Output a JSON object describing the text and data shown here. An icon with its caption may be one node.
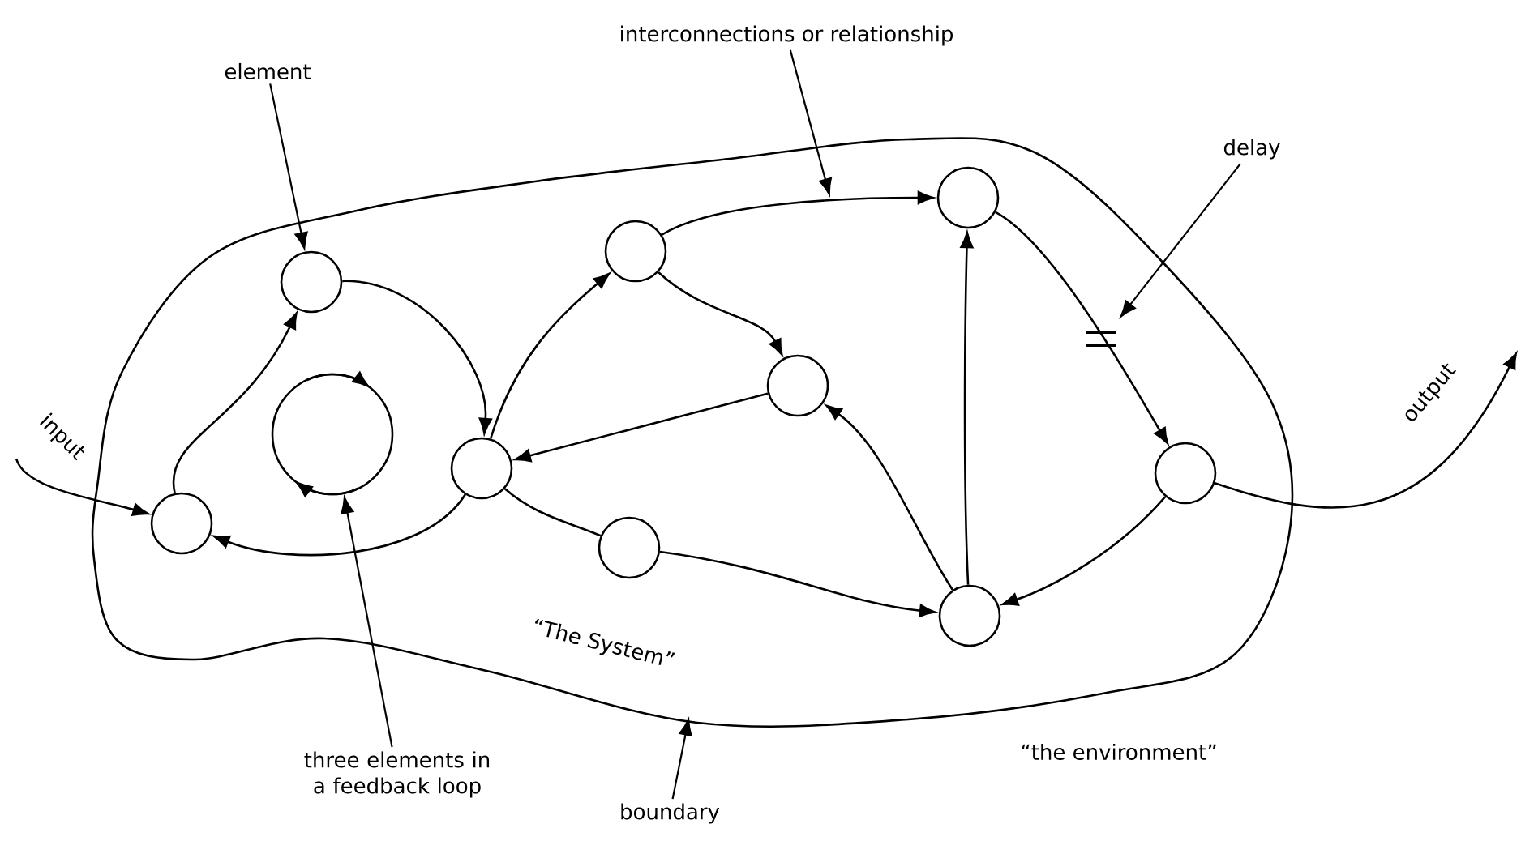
{
  "diagram": {
    "nodes": [
      {
        "text": [
          "“The System”"
        ]
      },
      {
        "text": [],
        "shape": "circle",
        "in": 0
      },
      {
        "text": [],
        "shape": "circle",
        "in": 0
      },
      {
        "text": [],
        "shape": "circle",
        "in": 0
      },
      {
        "text": [],
        "shape": "circle",
        "in": 0
      },
      {
        "text": [],
        "shape": "circle",
        "in": 0
      },
      {
        "text": [],
        "shape": "circle",
        "in": 0
      },
      {
        "text": [],
        "shape": "circle",
        "in": 0
      },
      {
        "text": [],
        "shape": "circle",
        "in": 0
      },
      {
        "text": [],
        "shape": "circle",
        "in": 0
      },
      {
        "text": [],
        "shape": "circle",
        "in": 0
      },
      {
        "text": [
          "element"
        ]
      },
      {
        "text": [
          "interconnections or relationship"
        ]
      },
      {
        "text": [
          "delay"
        ]
      },
      {
        "text": [
          "three elements in a feedback loop"
        ]
      },
      {
        "text": [
          "boundary"
        ]
      }
    ],
    "edges": [
      {
        "from": 1,
        "to": 2,
        "arrow": "to"
      },
      {
        "from": 2,
        "to": 3,
        "arrow": "to"
      },
      {
        "from": 3,
        "to": 1,
        "arrow": "to"
      },
      {
        "from": 3,
        "to": 4,
        "arrow": "to"
      },
      {
        "from": 4,
        "to": 5,
        "arrow": "to"
      },
      {
        "from": 5,
        "to": 3,
        "arrow": "to"
      },
      {
        "from": 3,
        "to": 6,
        "arrow": "none"
      },
      {
        "from": 6,
        "to": 8,
        "arrow": "to"
      },
      {
        "from": 8,
        "to": 5,
        "arrow": "to"
      },
      {
        "from": 8,
        "to": 7,
        "arrow": "to"
      },
      {
        "from": 4,
        "to": 7,
        "arrow": "to"
      },
      {
        "from": 7,
        "to": 9,
        "arrow": "to"
      },
      {
        "from": 9,
        "to": 8,
        "arrow": "to"
      },
      {
        "from": null,
        "to": 1,
        "arrow": "to"
      },
      {
        "from": 9,
        "to": null,
        "arrow": "to"
      },
      {
        "from": 11,
        "to": 2,
        "arrow": "to"
      },
      {
        "from": 12,
        "to": null,
        "arrow": "to"
      },
      {
        "from": 13,
        "to": null,
        "arrow": "to"
      },
      {
        "from": 14,
        "to": 10,
        "arrow": "to"
      },
      {
        "from": 15,
        "to": 0,
        "arrow": "to"
      }
    ],
    "labels": [
      "input",
      "output",
      "“the environment”"
    ]
  }
}
